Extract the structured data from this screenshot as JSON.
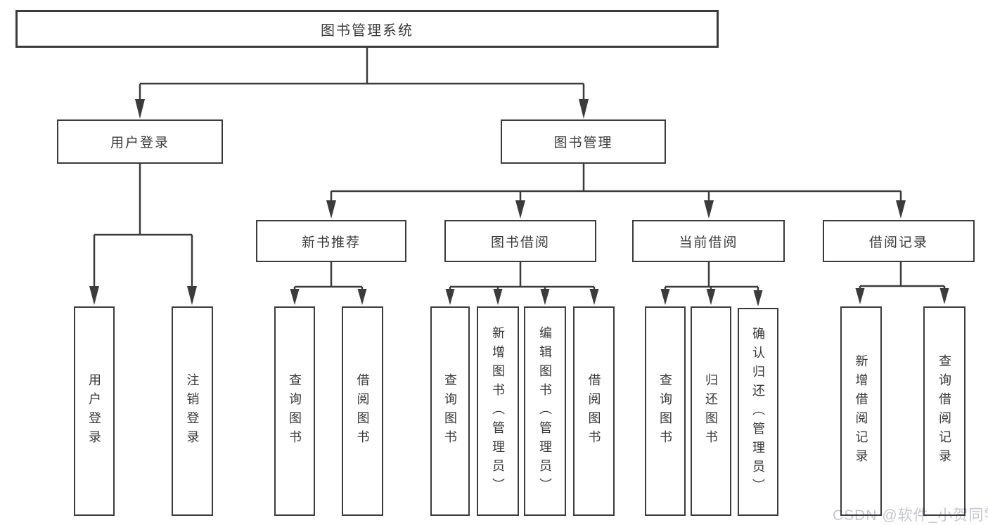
{
  "tree": {
    "label": "图书管理系统",
    "children": [
      {
        "label": "用户登录",
        "children": [
          {
            "label": "用户登录"
          },
          {
            "label": "注销登录"
          }
        ]
      },
      {
        "label": "图书管理",
        "children": [
          {
            "label": "新书推荐",
            "children": [
              {
                "label": "查询图书"
              },
              {
                "label": "借阅图书"
              }
            ]
          },
          {
            "label": "图书借阅",
            "children": [
              {
                "label": "查询图书"
              },
              {
                "label": "新增图书（管理员）"
              },
              {
                "label": "编辑图书（管理员）"
              },
              {
                "label": "借阅图书"
              }
            ]
          },
          {
            "label": "当前借阅",
            "children": [
              {
                "label": "查询图书"
              },
              {
                "label": "归还图书"
              },
              {
                "label": "确认归还（管理员）"
              }
            ]
          },
          {
            "label": "借阅记录",
            "children": [
              {
                "label": "新增借阅记录"
              },
              {
                "label": "查询借阅记录"
              }
            ]
          }
        ]
      }
    ]
  },
  "watermark": {
    "text": "CSDN @软件_小贺同学"
  },
  "colors": {
    "line": "#3b3b3b",
    "text": "#3a3a3a",
    "watermark": "#c5c7cc",
    "background": "#ffffff"
  }
}
